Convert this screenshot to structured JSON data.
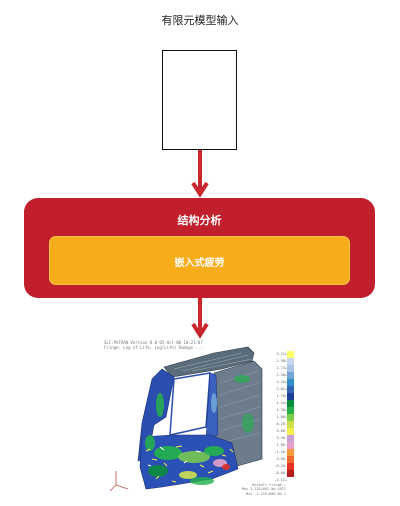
{
  "title": "有限元模型输入",
  "structural_analysis": {
    "label": "结构分析",
    "fill": "#c21f2c",
    "embedded": {
      "label": "嵌入式疲劳",
      "fill": "#f7ac1a"
    }
  },
  "arrow_color": "#c8262c",
  "fea_image": {
    "header_lines": [
      "SLC:PATRAN  Version 8.0 05-Oct-00  10:21:07",
      "Fringe: Log of Life, Log(Life)  Damage ..."
    ],
    "footer_lines": [
      "Default Fringe :",
      "Max 3.22E+002 Nd 4627",
      "Min -2.11E+000 Nd 1"
    ],
    "legend_colors": [
      "#ffff66",
      "#c7d6f0",
      "#a9c4e6",
      "#6fa6d8",
      "#2f8fc8",
      "#3266b5",
      "#1f3f9e",
      "#0a8c3c",
      "#23b24a",
      "#7ccf4b",
      "#cfe04f",
      "#f2ee4b",
      "#c9a0d6",
      "#e4a0c8",
      "#f49a3c",
      "#ef6a2a",
      "#e53026",
      "#b51d1d",
      "#ffffff"
    ],
    "legend_values": [
      "3.22+",
      "2.98+",
      "2.74+",
      "2.50+",
      "2.26+",
      "2.02+",
      "1.78+",
      "1.54+",
      "1.30+",
      "1.06+",
      "8.20-",
      "5.80-",
      "3.40-",
      "1.00-",
      "-1.40-",
      "-3.80-",
      "-6.20-",
      "-8.60-",
      "-2.11+"
    ]
  }
}
